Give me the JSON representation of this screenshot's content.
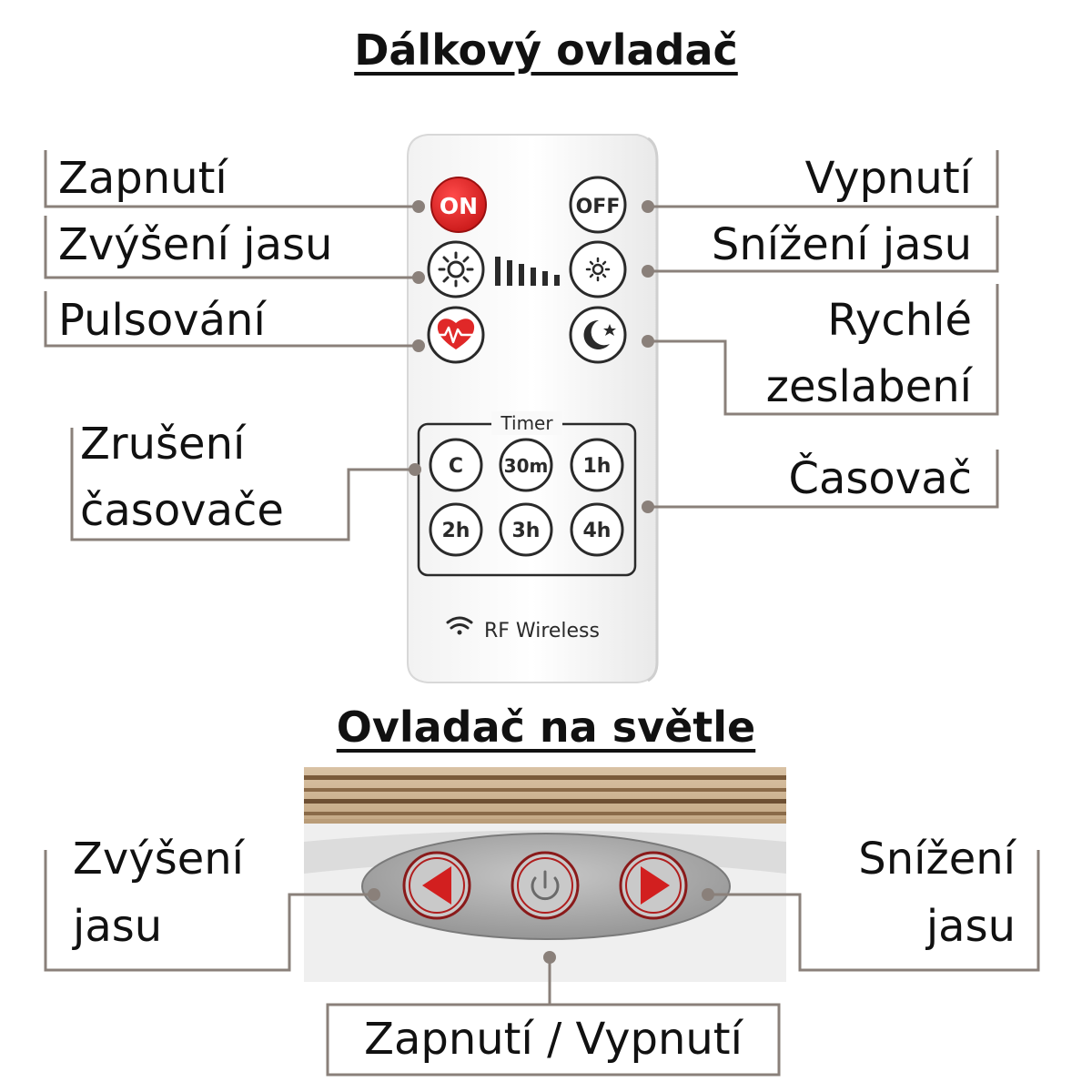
{
  "remote_section": {
    "title": "Dálkový ovladač",
    "labels": {
      "on": "Zapnutí",
      "off": "Vypnutí",
      "brightness_up": "Zvýšení jasu",
      "brightness_down": "Snížení jasu",
      "pulse": "Pulsování",
      "fade_line1": "Rychlé",
      "fade_line2": "zeslabení",
      "cancel_timer_line1": "Zrušení",
      "cancel_timer_line2": "časovače",
      "timer": "Časovač"
    },
    "remote": {
      "on_button": "ON",
      "off_button": "OFF",
      "timer_title": "Timer",
      "timer_buttons": [
        "C",
        "30m",
        "1h",
        "2h",
        "3h",
        "4h"
      ],
      "brand": "RF Wireless"
    }
  },
  "light_section": {
    "title": "Ovladač na světle",
    "labels": {
      "brightness_up_line1": "Zvýšení",
      "brightness_up_line2": "jasu",
      "brightness_down_line1": "Snížení",
      "brightness_down_line2": "jasu",
      "power": "Zapnutí / Vypnutí"
    }
  },
  "colors": {
    "line": "#8a807a",
    "on_red": "#e02828",
    "panel_grey": "#b0b0b0"
  }
}
